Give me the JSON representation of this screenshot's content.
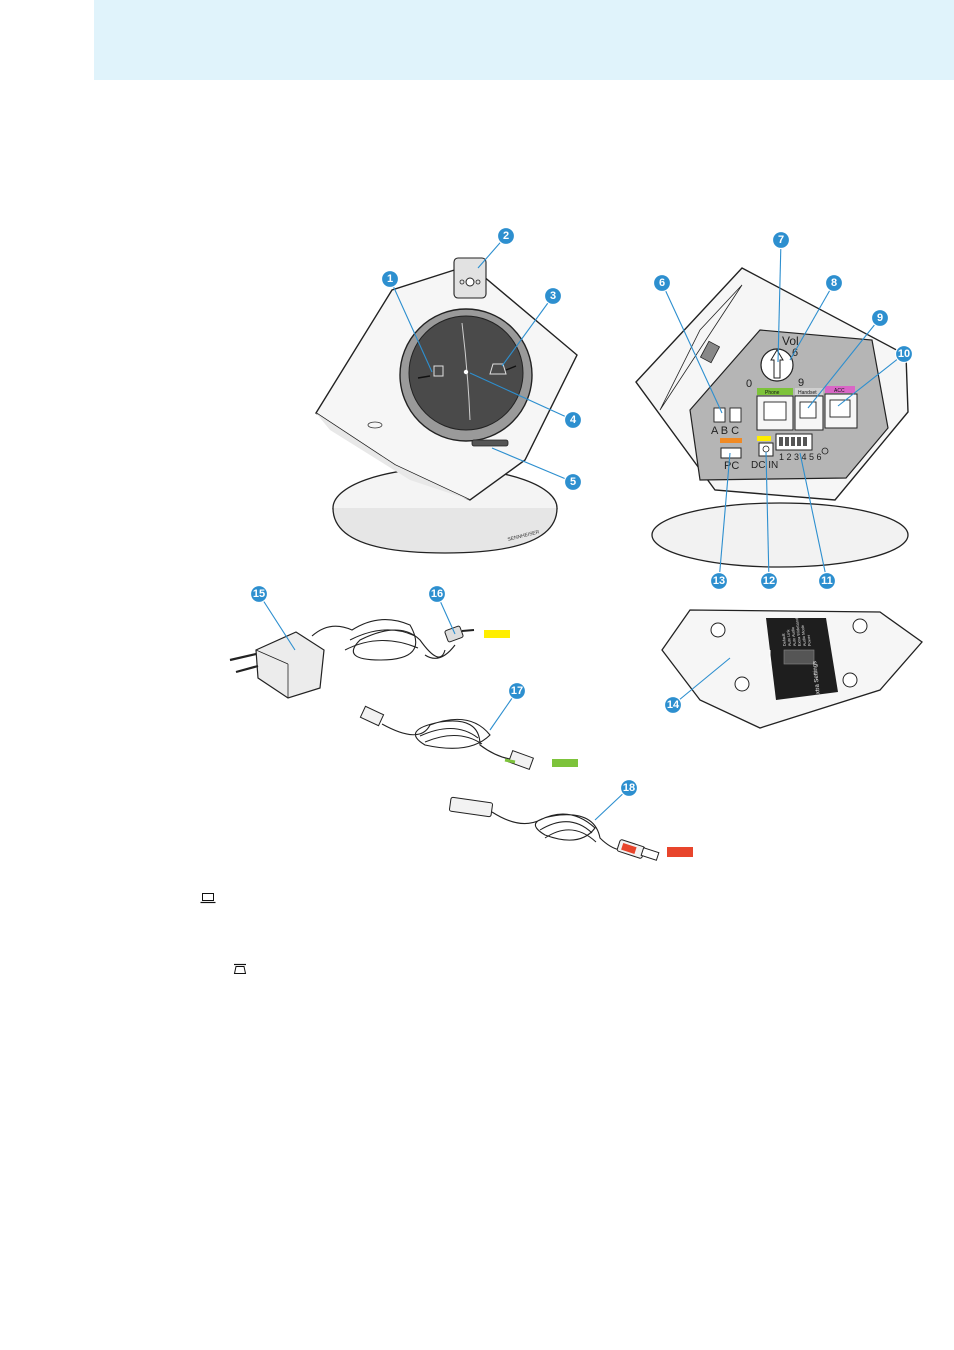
{
  "colors": {
    "header_band": "#e0f3fb",
    "callout_blue": "#2d8fcf",
    "pc_orange": "#f08a24",
    "dc_yellow": "#ffee00",
    "phone_green": "#7dc33b",
    "acc_magenta": "#d966c6",
    "usb_red": "#e8452c"
  },
  "callouts": [
    "1",
    "2",
    "3",
    "4",
    "5",
    "6",
    "7",
    "8",
    "9",
    "10",
    "11",
    "12",
    "13",
    "14",
    "15",
    "16",
    "17",
    "18"
  ],
  "device_labels": {
    "vol": "Vol",
    "vol_zero": "0",
    "vol_six": "6",
    "vol_nine": "9",
    "phone": "Phone",
    "handset": "Handset",
    "acc": "ACC",
    "abc": "A B C",
    "pc": "PC",
    "dc_in": "DC IN",
    "dip_numbers": "1 2 3 4 5 6",
    "brand": "SENNHEISER"
  },
  "dip_panel": {
    "title": "Extra Settings",
    "settings": [
      "Default",
      "Auto Link",
      "Auto Audio",
      "Extra Wideband",
      "Audio Mode",
      "Power"
    ]
  },
  "legend": [
    {
      "icon": "pc-mode-icon"
    },
    {
      "icon": "desk-phone-mode-icon"
    }
  ]
}
